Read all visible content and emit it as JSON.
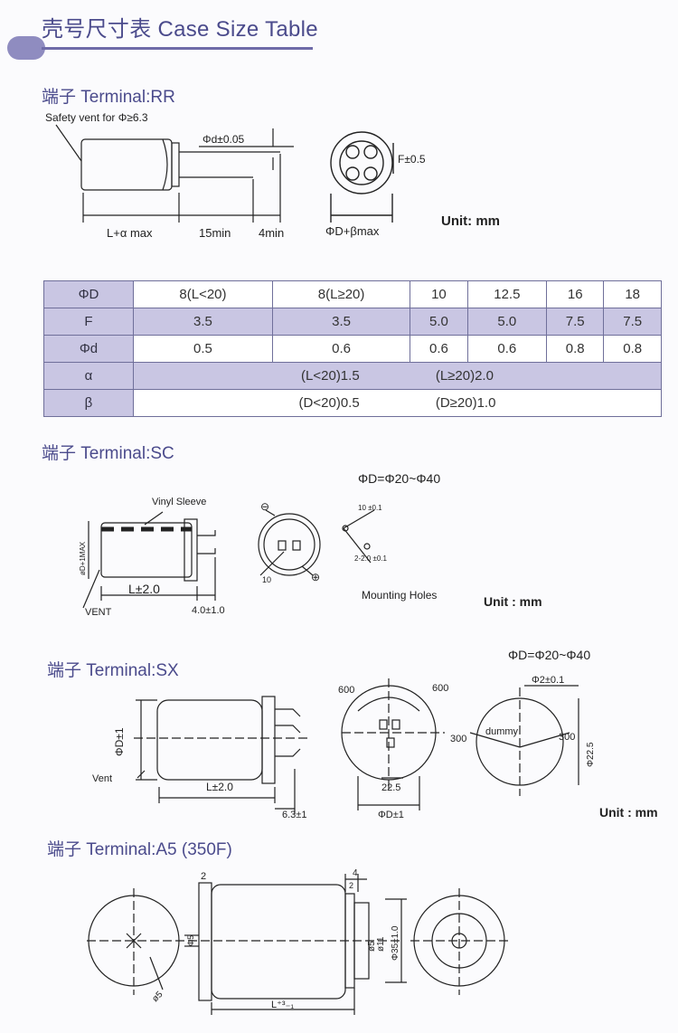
{
  "header": {
    "title": "壳号尺寸表 Case Size Table"
  },
  "rr": {
    "title": "端子 Terminal:RR",
    "vent_label": "Safety vent for Φ≥6.3",
    "lead_tol": "Φd±0.05",
    "body_len": "L+α max",
    "lead_len": "15min",
    "lead_end": "4min",
    "pitch": "F±0.5",
    "diameter": "ΦD+βmax",
    "unit": "Unit: mm"
  },
  "table": {
    "rows": [
      {
        "label": "ΦD",
        "cells": [
          "8(L<20)",
          "8(L≥20)",
          "10",
          "12.5",
          "16",
          "18"
        ]
      },
      {
        "label": "F",
        "cells": [
          "3.5",
          "3.5",
          "5.0",
          "5.0",
          "7.5",
          "7.5"
        ]
      },
      {
        "label": "Φd",
        "cells": [
          "0.5",
          "0.6",
          "0.6",
          "0.6",
          "0.8",
          "0.8"
        ]
      },
      {
        "label": "α",
        "merged": [
          "(L<20)1.5",
          "(L≥20)2.0"
        ]
      },
      {
        "label": "β",
        "merged": [
          "(D<20)0.5",
          "(D≥20)1.0"
        ]
      }
    ]
  },
  "sc": {
    "title": "端子 Terminal:SC",
    "range": "ΦD=Φ20~Φ40",
    "sleeve": "Vinyl Sleeve",
    "dia": "øD+1MAX",
    "length": "L±2.0",
    "pin": "4.0±1.0",
    "vent": "VENT",
    "ten": "10",
    "ten_tol": "10 ±0.1",
    "hole": "2-2.0 ±0.1",
    "minus": "⊖",
    "plus": "⊕",
    "mount": "Mounting Holes",
    "unit": "Unit : mm"
  },
  "sx": {
    "title": "端子 Terminal:SX",
    "range": "ΦD=Φ20~Φ40",
    "dia": "ΦD±1",
    "length": "L±2.0",
    "pin": "6.3±1",
    "vent": "Vent",
    "a600l": "600",
    "a600r": "600",
    "pitch": "22.5",
    "dia2": "ΦD±1",
    "hole": "Φ2±0.1",
    "dummy": "dummy",
    "a300l": "300",
    "a300r": "300",
    "pcd": "Φ22.5",
    "unit": "Unit : mm"
  },
  "a5": {
    "title": "端子 Terminal:A5 (350F)",
    "d5": "Φ5",
    "t2": "2",
    "s5": "ø5",
    "t4": "4",
    "t2b": "2",
    "d11": "ø11",
    "d5b": "ø5",
    "d35": "Φ35±1.0",
    "len": "L⁺³₋₁"
  }
}
